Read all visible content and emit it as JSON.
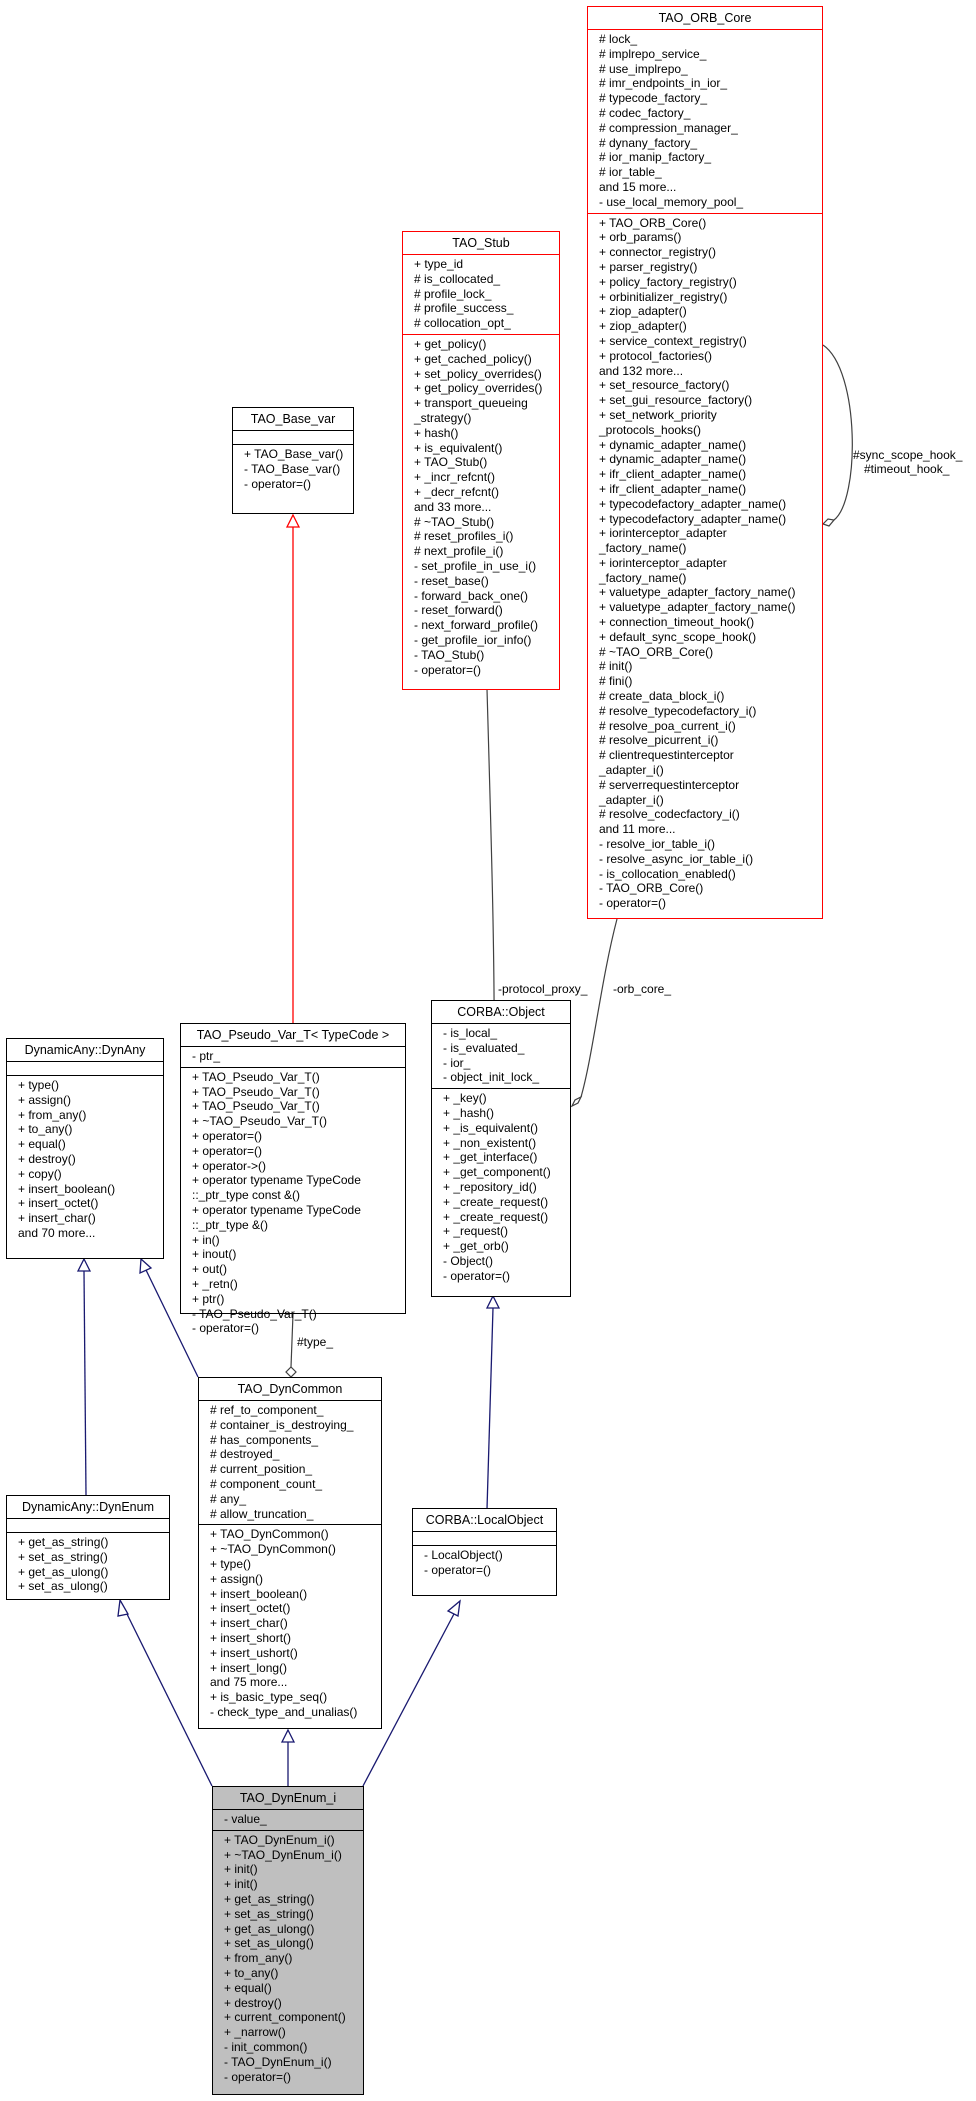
{
  "classes": {
    "orb_core": {
      "name": "TAO_ORB_Core",
      "attributes": [
        "# lock_",
        "# implrepo_service_",
        "# use_implrepo_",
        "# imr_endpoints_in_ior_",
        "# typecode_factory_",
        "# codec_factory_",
        "# compression_manager_",
        "# dynany_factory_",
        "# ior_manip_factory_",
        "# ior_table_",
        "and 15 more...",
        "- use_local_memory_pool_"
      ],
      "methods": [
        "+ TAO_ORB_Core()",
        "+ orb_params()",
        "+ connector_registry()",
        "+ parser_registry()",
        "+ policy_factory_registry()",
        "+ orbinitializer_registry()",
        "+ ziop_adapter()",
        "+ ziop_adapter()",
        "+ service_context_registry()",
        "+ protocol_factories()",
        "and 132 more...",
        "+ set_resource_factory()",
        "+ set_gui_resource_factory()",
        "+ set_network_priority",
        "  _protocols_hooks()",
        "+ dynamic_adapter_name()",
        "+ dynamic_adapter_name()",
        "+ ifr_client_adapter_name()",
        "+ ifr_client_adapter_name()",
        "+ typecodefactory_adapter_name()",
        "+ typecodefactory_adapter_name()",
        "+ iorinterceptor_adapter",
        "  _factory_name()",
        "+ iorinterceptor_adapter",
        "  _factory_name()",
        "+ valuetype_adapter_factory_name()",
        "+ valuetype_adapter_factory_name()",
        "+ connection_timeout_hook()",
        "+ default_sync_scope_hook()",
        "# ~TAO_ORB_Core()",
        "# init()",
        "# fini()",
        "# create_data_block_i()",
        "# resolve_typecodefactory_i()",
        "# resolve_poa_current_i()",
        "# resolve_picurrent_i()",
        "# clientrequestinterceptor",
        "  _adapter_i()",
        "# serverrequestinterceptor",
        "  _adapter_i()",
        "# resolve_codecfactory_i()",
        "and 11 more...",
        "- resolve_ior_table_i()",
        "- resolve_async_ior_table_i()",
        "- is_collocation_enabled()",
        "- TAO_ORB_Core()",
        "- operator=()"
      ]
    },
    "stub": {
      "name": "TAO_Stub",
      "attributes": [
        "+ type_id",
        "# is_collocated_",
        "# profile_lock_",
        "# profile_success_",
        "# collocation_opt_"
      ],
      "methods": [
        "+ get_policy()",
        "+ get_cached_policy()",
        "+ set_policy_overrides()",
        "+ get_policy_overrides()",
        "+ transport_queueing",
        "  _strategy()",
        "+ hash()",
        "+ is_equivalent()",
        "+ TAO_Stub()",
        "+ _incr_refcnt()",
        "+ _decr_refcnt()",
        "and 33 more...",
        "# ~TAO_Stub()",
        "# reset_profiles_i()",
        "# next_profile_i()",
        "- set_profile_in_use_i()",
        "- reset_base()",
        "- forward_back_one()",
        "- reset_forward()",
        "- next_forward_profile()",
        "- get_profile_ior_info()",
        "- TAO_Stub()",
        "- operator=()"
      ]
    },
    "base_var": {
      "name": "TAO_Base_var",
      "attributes": [],
      "methods": [
        "+ TAO_Base_var()",
        "- TAO_Base_var()",
        "- operator=()"
      ]
    },
    "pseudo_var": {
      "name": "TAO_Pseudo_Var_T< TypeCode >",
      "attributes": [
        "- ptr_"
      ],
      "methods": [
        "+ TAO_Pseudo_Var_T()",
        "+ TAO_Pseudo_Var_T()",
        "+ TAO_Pseudo_Var_T()",
        "+ ~TAO_Pseudo_Var_T()",
        "+ operator=()",
        "+ operator=()",
        "+ operator->()",
        "+ operator typename TypeCode",
        "  ::_ptr_type const &()",
        "+ operator typename TypeCode",
        "  ::_ptr_type &()",
        "+ in()",
        "+ inout()",
        "+ out()",
        "+ _retn()",
        "+ ptr()",
        "- TAO_Pseudo_Var_T()",
        "- operator=()"
      ]
    },
    "corba_object": {
      "name": "CORBA::Object",
      "attributes": [
        "- is_local_",
        "- is_evaluated_",
        "- ior_",
        "- object_init_lock_"
      ],
      "methods": [
        "+ _key()",
        "+ _hash()",
        "+ _is_equivalent()",
        "+ _non_existent()",
        "+ _get_interface()",
        "+ _get_component()",
        "+ _repository_id()",
        "+ _create_request()",
        "+ _create_request()",
        "+ _request()",
        "+ _get_orb()",
        "- Object()",
        "- operator=()"
      ]
    },
    "dynany": {
      "name": "DynamicAny::DynAny",
      "attributes": [],
      "methods": [
        "+ type()",
        "+ assign()",
        "+ from_any()",
        "+ to_any()",
        "+ equal()",
        "+ destroy()",
        "+ copy()",
        "+ insert_boolean()",
        "+ insert_octet()",
        "+ insert_char()",
        "and 70 more..."
      ]
    },
    "dyncommon": {
      "name": "TAO_DynCommon",
      "attributes": [
        "# ref_to_component_",
        "# container_is_destroying_",
        "# has_components_",
        "# destroyed_",
        "# current_position_",
        "# component_count_",
        "# any_",
        "# allow_truncation_"
      ],
      "methods": [
        "+ TAO_DynCommon()",
        "+ ~TAO_DynCommon()",
        "+ type()",
        "+ assign()",
        "+ insert_boolean()",
        "+ insert_octet()",
        "+ insert_char()",
        "+ insert_short()",
        "+ insert_ushort()",
        "+ insert_long()",
        "and 75 more...",
        "+ is_basic_type_seq()",
        "- check_type_and_unalias()"
      ]
    },
    "dynenum": {
      "name": "DynamicAny::DynEnum",
      "attributes": [],
      "methods": [
        "+ get_as_string()",
        "+ set_as_string()",
        "+ get_as_ulong()",
        "+ set_as_ulong()"
      ]
    },
    "local_object": {
      "name": "CORBA::LocalObject",
      "attributes": [],
      "methods": [
        "- LocalObject()",
        "- operator=()"
      ]
    },
    "dynenum_i": {
      "name": "TAO_DynEnum_i",
      "attributes": [
        "- value_"
      ],
      "methods": [
        "+ TAO_DynEnum_i()",
        "+ ~TAO_DynEnum_i()",
        "+ init()",
        "+ init()",
        "+ get_as_string()",
        "+ set_as_string()",
        "+ get_as_ulong()",
        "+ set_as_ulong()",
        "+ from_any()",
        "+ to_any()",
        "+ equal()",
        "+ destroy()",
        "+ current_component()",
        "+ _narrow()",
        "- init_common()",
        "- TAO_DynEnum_i()",
        "- operator=()"
      ]
    }
  },
  "edge_labels": {
    "sync_scope_hook": "#sync_scope_hook_",
    "timeout_hook": "#timeout_hook_",
    "protocol_proxy": "-protocol_proxy_",
    "orb_core": "-orb_core_",
    "type": "#type_"
  },
  "colors": {
    "inheritance_edge": "#191970",
    "usage_edge": "#404040",
    "template_edge": "#ff0000",
    "protected_class_border": "#ff0000",
    "focus_fill": "#bfbfbf"
  }
}
